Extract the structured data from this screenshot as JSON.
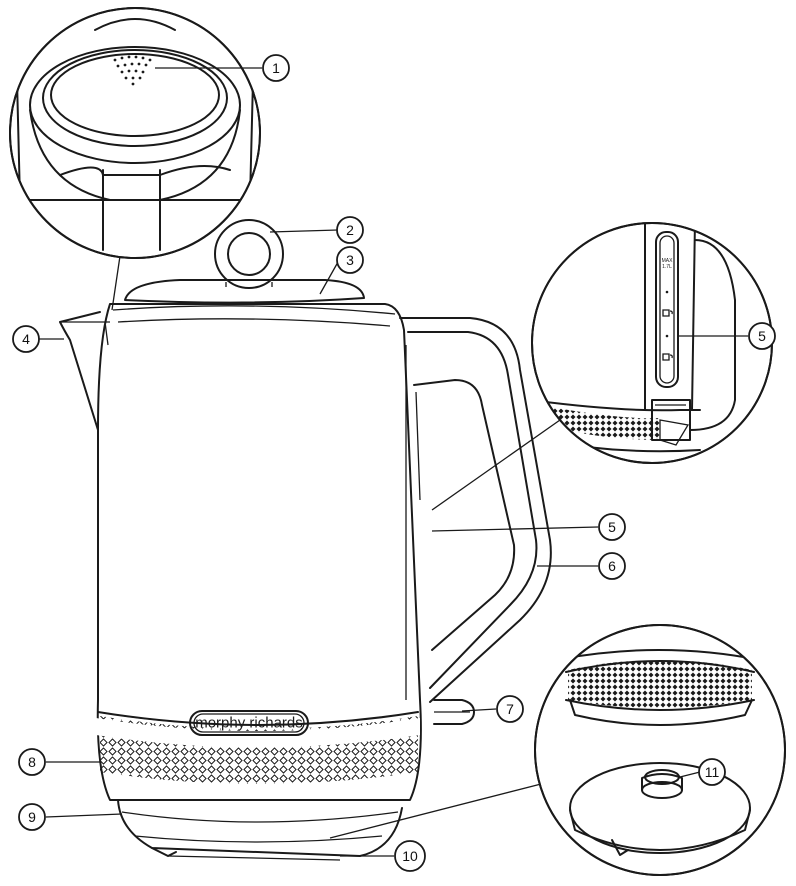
{
  "brand": {
    "logo_text": "morphy richards"
  },
  "water_window": {
    "max_label": "MAX",
    "max_sub": "1.7L"
  },
  "callouts": [
    {
      "number": "1",
      "part": "limescale-filter"
    },
    {
      "number": "2",
      "part": "lid-release-button"
    },
    {
      "number": "3",
      "part": "lid"
    },
    {
      "number": "4",
      "part": "spout"
    },
    {
      "number": "5",
      "part": "water-level-window"
    },
    {
      "number": "5",
      "part": "water-level-window-inset"
    },
    {
      "number": "6",
      "part": "handle"
    },
    {
      "number": "7",
      "part": "on-off-switch"
    },
    {
      "number": "8",
      "part": "body-base-ring"
    },
    {
      "number": "9",
      "part": "power-base"
    },
    {
      "number": "10",
      "part": "cord-storage"
    },
    {
      "number": "11",
      "part": "base-connector"
    }
  ]
}
